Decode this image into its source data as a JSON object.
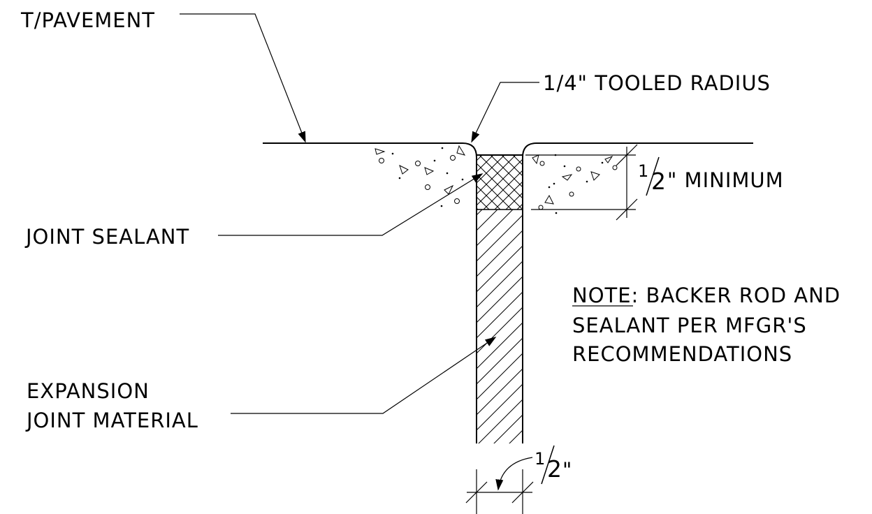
{
  "colors": {
    "line": "#000000",
    "background": "#ffffff"
  },
  "labels": {
    "t_pavement": "T/PAVEMENT",
    "tooled_radius": "1/4\" TOOLED RADIUS",
    "joint_sealant": "JOINT SEALANT",
    "expansion_line1": "EXPANSION",
    "expansion_line2": "JOINT MATERIAL",
    "depth_dim": {
      "numerator": "1",
      "denominator": "2",
      "suffix": "\" MINIMUM"
    },
    "width_dim": {
      "numerator": "1",
      "denominator": "2",
      "suffix": "\""
    }
  },
  "note": {
    "prefix": "NOTE:",
    "line1_rest": " BACKER ROD AND",
    "line2": "SEALANT PER MFGR'S",
    "line3": "RECOMMENDATIONS"
  }
}
